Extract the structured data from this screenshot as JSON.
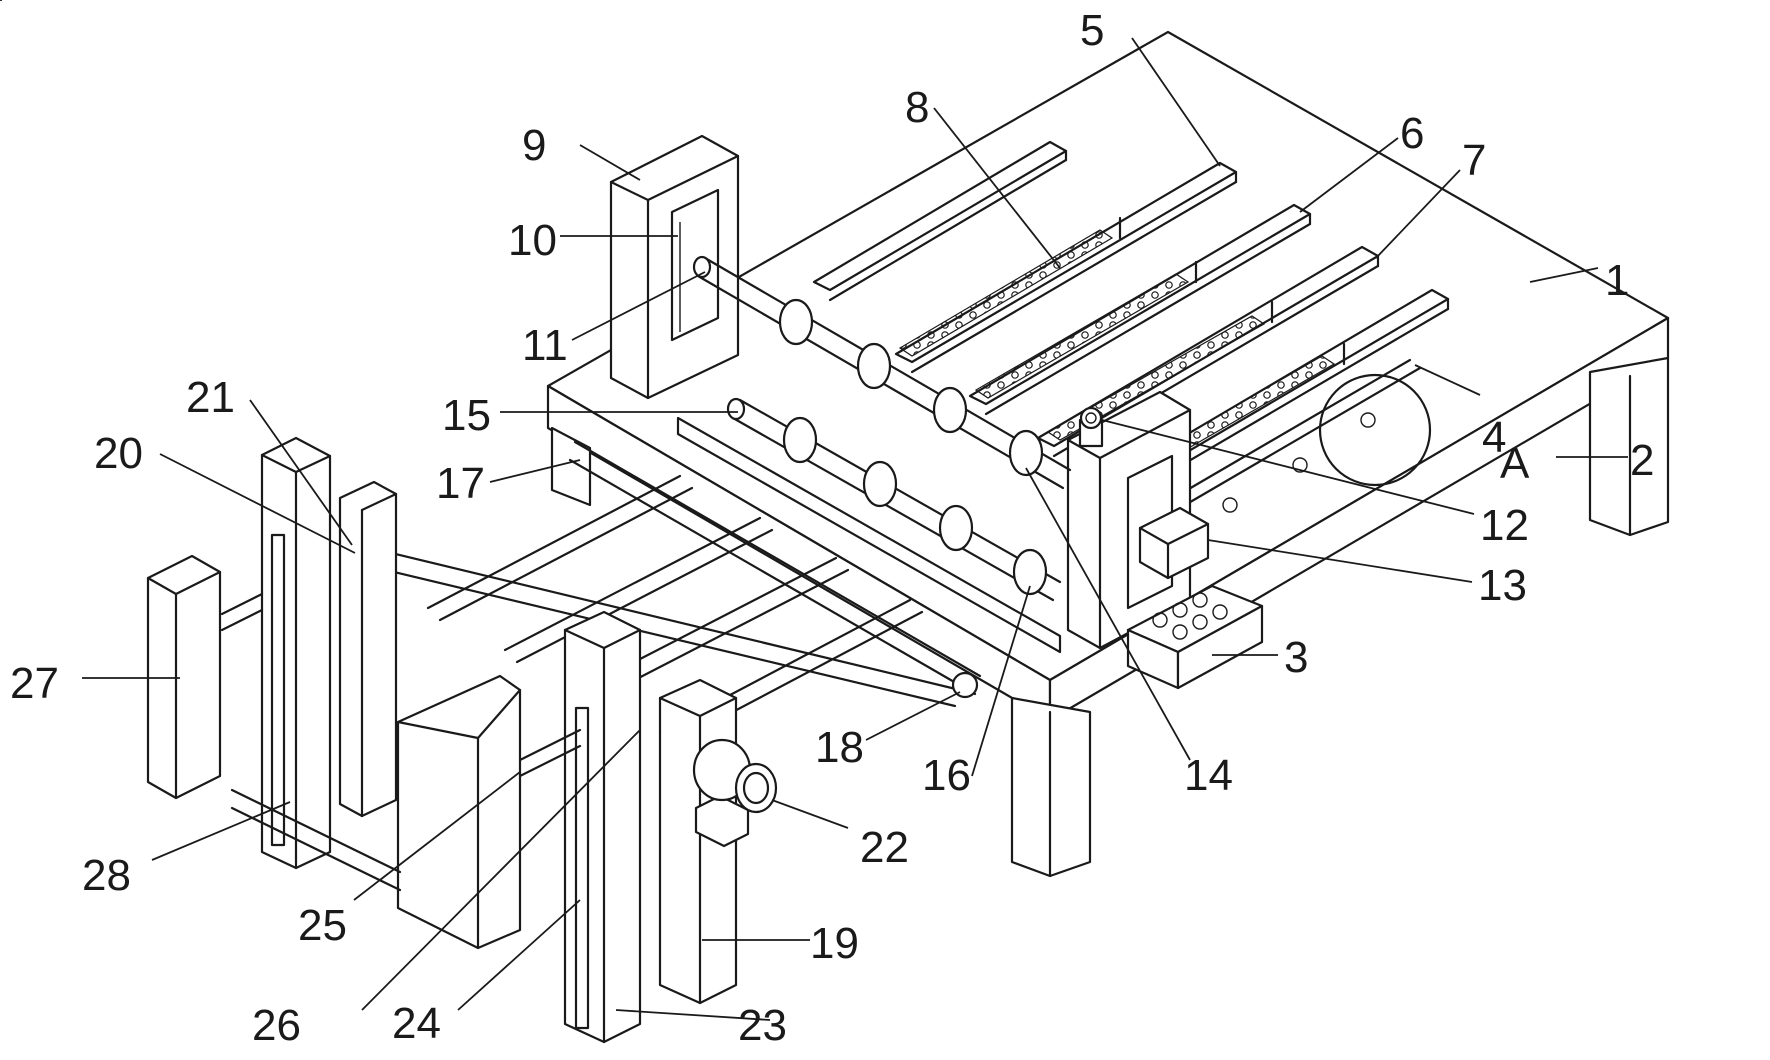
{
  "labels": {
    "l1": "1",
    "l2": "2",
    "l3": "3",
    "l4": "4",
    "l5": "5",
    "l6": "6",
    "l7": "7",
    "l8": "8",
    "l9": "9",
    "l10": "10",
    "l11": "11",
    "l12": "12",
    "l13": "13",
    "l14": "14",
    "l15": "15",
    "l16": "16",
    "l17": "17",
    "l18": "18",
    "l19": "19",
    "l20": "20",
    "l21": "21",
    "l22": "22",
    "l23": "23",
    "l24": "24",
    "l25": "25",
    "l26": "26",
    "l27": "27",
    "l28": "28",
    "lA": "A"
  }
}
